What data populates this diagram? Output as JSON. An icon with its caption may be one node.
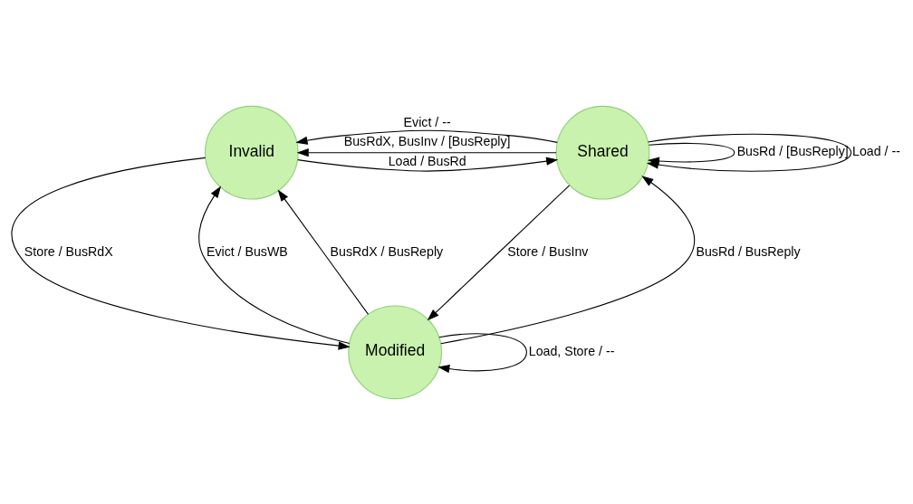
{
  "diagram": {
    "nodes": [
      {
        "text": [
          "Invalid"
        ]
      },
      {
        "text": [
          "Shared"
        ]
      },
      {
        "text": [
          "Modified"
        ]
      }
    ],
    "edges": [
      {
        "from": 0,
        "to": 1,
        "arrow": "to",
        "label": "Load / BusRd"
      },
      {
        "from": 1,
        "to": 0,
        "arrow": "to",
        "label": "BusRdX, BusInv / [BusReply]"
      },
      {
        "from": 1,
        "to": 0,
        "arrow": "to",
        "label": "Evict / --"
      },
      {
        "from": 1,
        "to": 1,
        "arrow": "to",
        "label": "BusRd / [BusReply]"
      },
      {
        "from": 1,
        "to": 1,
        "arrow": "to",
        "label": "Load / --"
      },
      {
        "from": 0,
        "to": 2,
        "arrow": "to",
        "label": "Store / BusRdX"
      },
      {
        "from": 2,
        "to": 0,
        "arrow": "to",
        "label": "Evict / BusWB"
      },
      {
        "from": 2,
        "to": 0,
        "arrow": "to",
        "label": "BusRdX / BusReply"
      },
      {
        "from": 2,
        "to": 1,
        "arrow": "to",
        "label": "BusRd / BusReply"
      },
      {
        "from": 1,
        "to": 2,
        "arrow": "to",
        "label": "Store / BusInv"
      },
      {
        "from": 2,
        "to": 2,
        "arrow": "to",
        "label": "Load, Store / --"
      }
    ]
  }
}
